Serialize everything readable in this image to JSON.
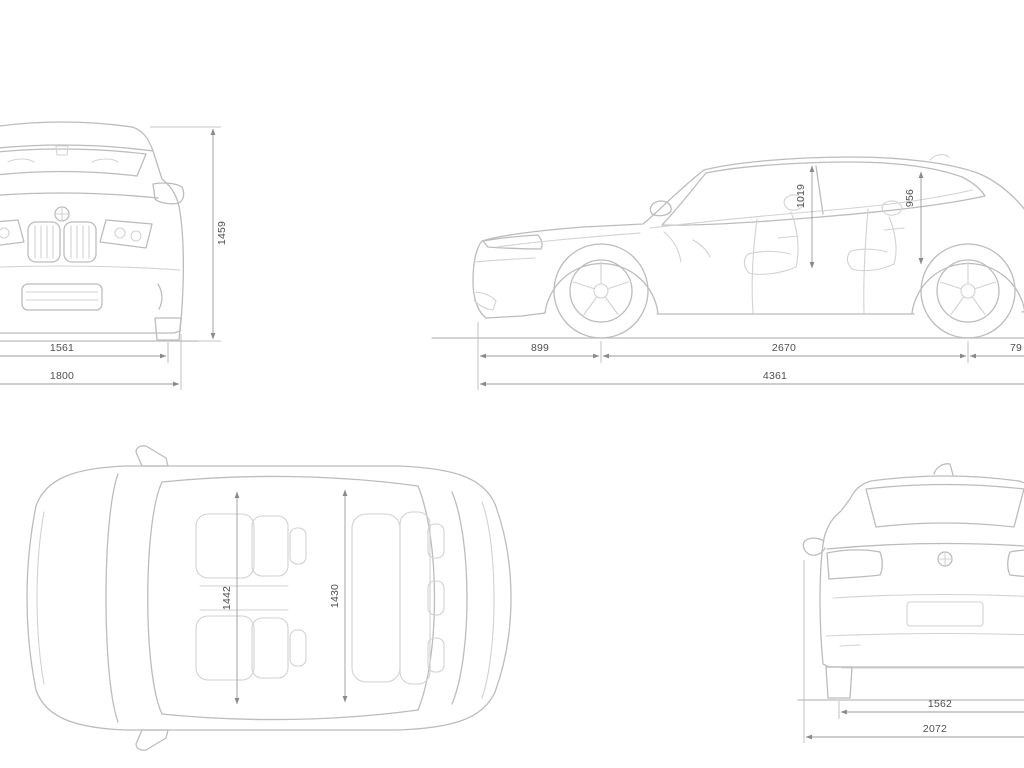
{
  "views": {
    "front": {
      "height": "1459",
      "track": "1561",
      "width": "1800"
    },
    "side": {
      "headroom_front": "1019",
      "headroom_rear": "956",
      "front_overhang": "899",
      "wheelbase": "2670",
      "rear_overhang": "79",
      "length": "4361"
    },
    "top": {
      "shoulder_front": "1442",
      "shoulder_rear": "1430"
    },
    "rear": {
      "track": "1562",
      "width_incl_mirrors": "2072"
    }
  },
  "colors": {
    "background": "#ffffff",
    "car_line": "#bcbcbc",
    "dimension_line": "#9b9b9b",
    "label_text": "#4f4f4f"
  }
}
